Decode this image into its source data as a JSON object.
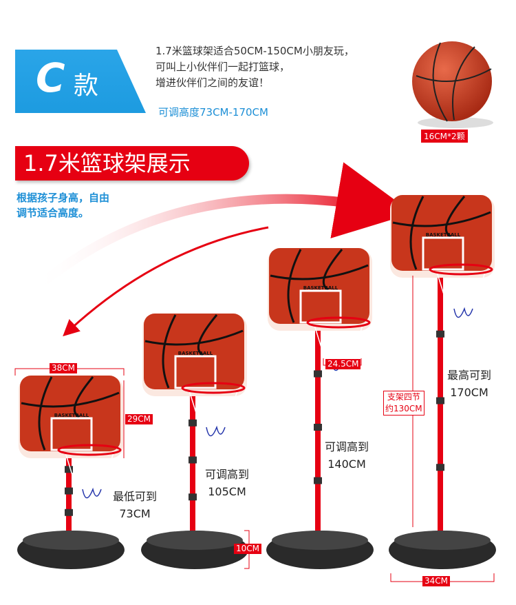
{
  "badge": {
    "letter": "C",
    "label": "款"
  },
  "description": [
    "1.7米篮球架适合50CM-150CM小朋友玩，",
    "可叫上小伙伴们一起打篮球，",
    "增进伙伴们之间的友谊！"
  ],
  "adjustable_range": "可调高度73CM-170CM",
  "ball_caption": "16CM*2颗",
  "banner_title": "1.7米篮球架展示",
  "note": [
    "根据孩子身高，自由",
    "调节适合高度。"
  ],
  "backboard_text": "BASKETBALL",
  "dimensions": {
    "width": "38CM",
    "height": "29CM",
    "rim": "24.5CM",
    "base_height": "10CM",
    "base_width": "34CM",
    "pole": [
      "支架四节",
      "约130CM"
    ]
  },
  "heights": [
    {
      "label": "最低可到",
      "value": "73CM"
    },
    {
      "label": "可调高到",
      "value": "105CM"
    },
    {
      "label": "可调高到",
      "value": "140CM"
    },
    {
      "label": "最高可到",
      "value": "170CM"
    }
  ],
  "colors": {
    "red": "#e60012",
    "blue": "#1d9be0",
    "ball": "#c8361c",
    "base": "#2a2a2a"
  }
}
